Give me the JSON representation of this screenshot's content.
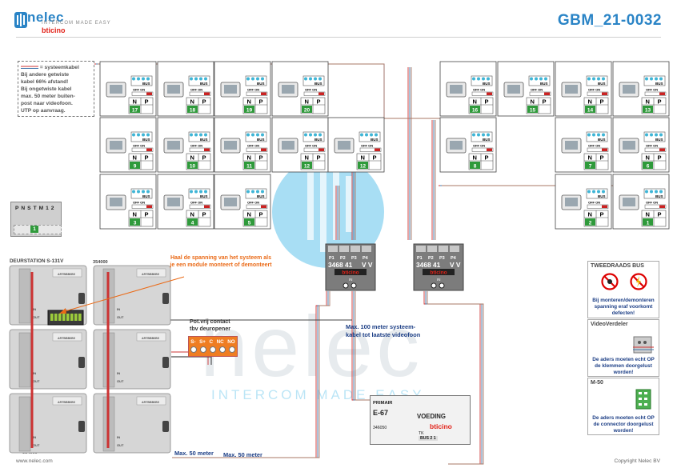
{
  "header": {
    "brand_name": "nelec",
    "brand_tagline": "INTERCOM MADE EASY",
    "partner_brand": "bticino",
    "document_id": "GBM_21-0032"
  },
  "note_box": {
    "lines": [
      "= systeemkabel",
      "Bij andere getwiste",
      "kabel 66% afstand!",
      "Bij ongetwiste kabel",
      "max. 50 meter buiten-",
      "post naar videofoon.",
      "UTP op aanvraag."
    ]
  },
  "videophone_labels": {
    "bus": "BUS",
    "switch": "OFF ON",
    "terminal_n": "N",
    "terminal_p": "P",
    "left_block": [
      [
        "17",
        "18",
        "19",
        "20"
      ],
      [
        "9",
        "10",
        "11",
        "12",
        "12"
      ],
      [
        "3",
        "4",
        "5"
      ]
    ],
    "right_block": [
      [
        "16",
        "15",
        "14",
        "13"
      ],
      [
        "8",
        "7",
        "6"
      ],
      [
        "2",
        "1"
      ]
    ]
  },
  "mini_panel": {
    "terminals": [
      "P",
      "N",
      "S",
      "T",
      "M",
      "1",
      "2"
    ],
    "label": "1"
  },
  "door_station": {
    "title": "DEURSTATION S-131V",
    "width_label": "354000",
    "bottom_label": "354000",
    "module_label": "ARTBBB0B5",
    "in_label": "IN",
    "out_label": "OUT"
  },
  "annotation_power": "Haal de spanning van het systeem als je een module monteert of demonteert",
  "relay": {
    "title_line1": "Pot.vrij contact",
    "title_line2": "tbv deuropener",
    "terminals": [
      "S-",
      "S+",
      "C",
      "NC",
      "NO"
    ]
  },
  "distributors": [
    {
      "ports": [
        "P1",
        "P2",
        "P3",
        "P4"
      ],
      "code": "3468 41",
      "vv": "V V",
      "brand": "bticino",
      "in": "IN"
    },
    {
      "ports": [
        "P1",
        "P2",
        "P3",
        "P4"
      ],
      "code": "3468 41",
      "vv": "V V",
      "brand": "bticino",
      "in": "IN"
    }
  ],
  "max_systemkabel": "Max. 100 meter systeem-\nkabel tot laatste videofoon",
  "max_50_a": "Max. 50 meter",
  "max_50_b": "Max. 50 meter",
  "power_supply": {
    "primair": "PRIMAIR",
    "model": "E-67",
    "name": "VOEDING",
    "code": "346050",
    "brand": "bticino",
    "tk": "TK",
    "terminals": "BUS 2 1"
  },
  "panels": {
    "tweedraads": {
      "title": "TWEEDRAADS BUS",
      "text": "Bij monteren/demonteren spanning eraf voorkomt defecten!"
    },
    "videoverdeler": {
      "title": "VideoVerdeler",
      "text": "De aders moeten echt OP de klemmen doorgelust worden!"
    },
    "m50": {
      "title": "M-50",
      "text": "De aders moeten echt OP de connector doorgelust worden!"
    }
  },
  "watermark": {
    "text": "nelec",
    "tagline": "INTERCOM MADE EASY"
  },
  "footer": {
    "left": "www.nelec.com",
    "right": "Copyright Nelec BV"
  }
}
